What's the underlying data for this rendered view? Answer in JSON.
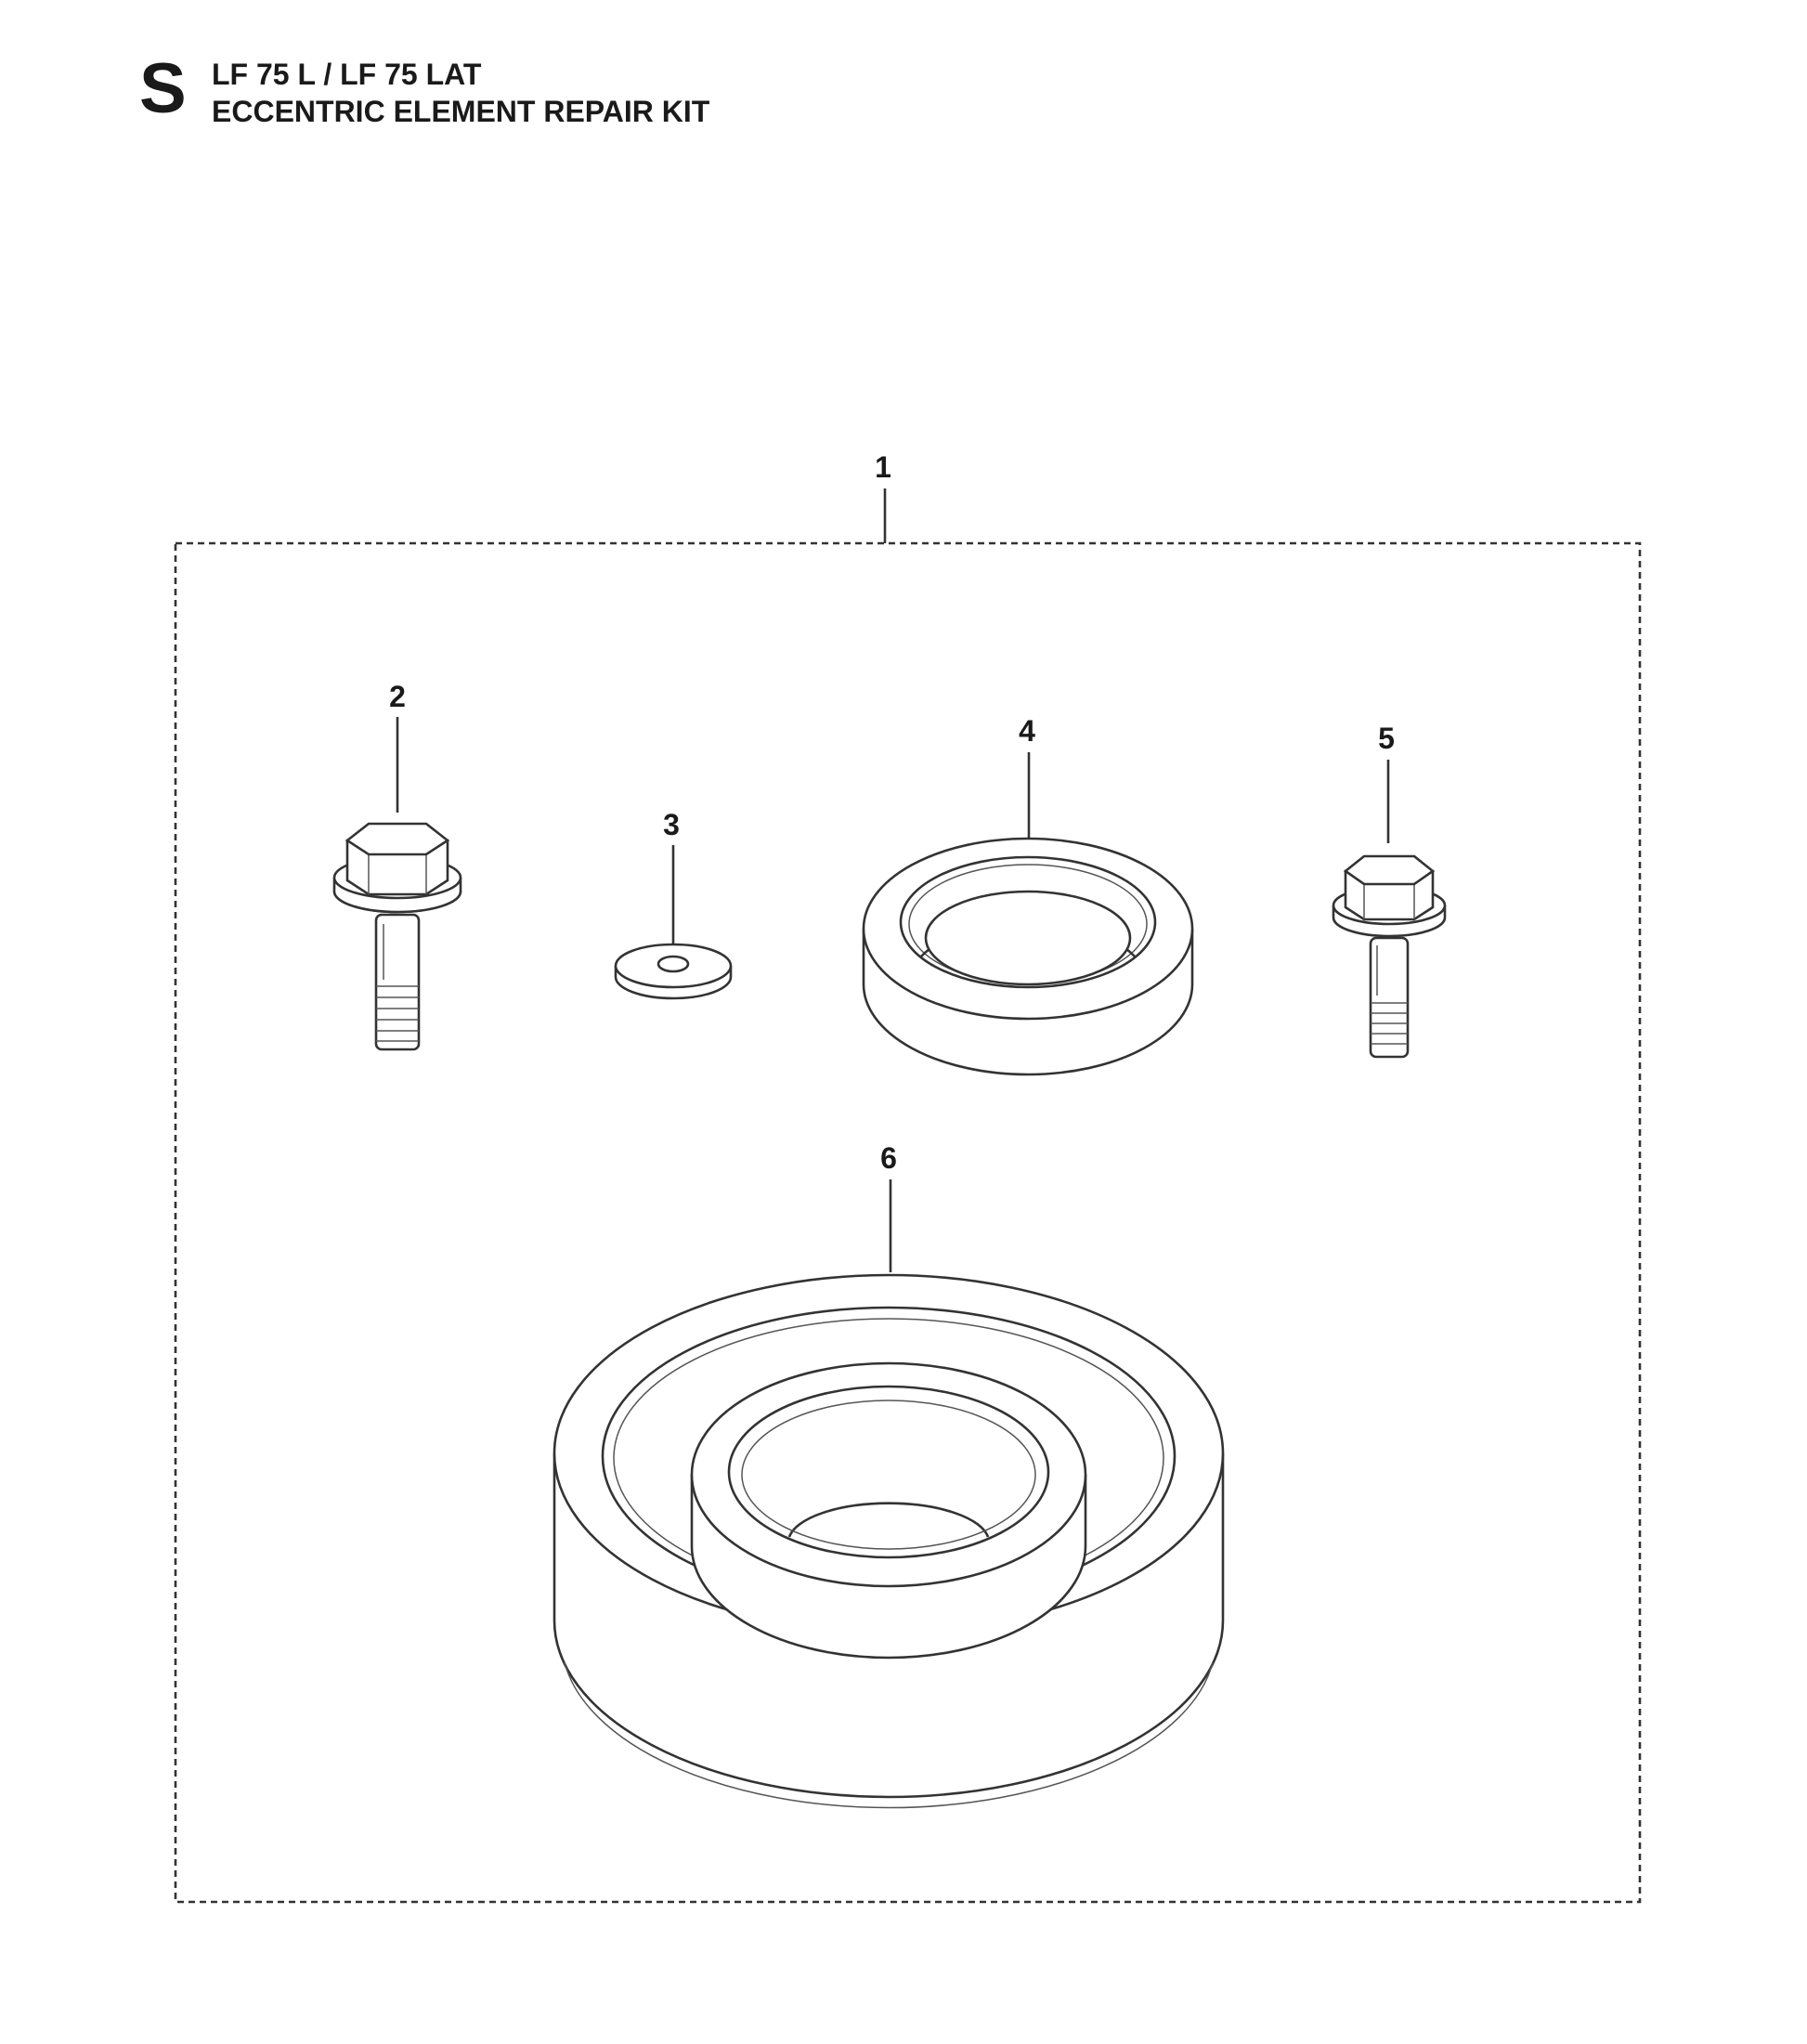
{
  "header": {
    "section_letter": "S",
    "model": "LF 75 L / LF 75 LAT",
    "title": "ECCENTRIC ELEMENT REPAIR KIT"
  },
  "callouts": [
    "1",
    "2",
    "3",
    "4",
    "5",
    "6"
  ]
}
